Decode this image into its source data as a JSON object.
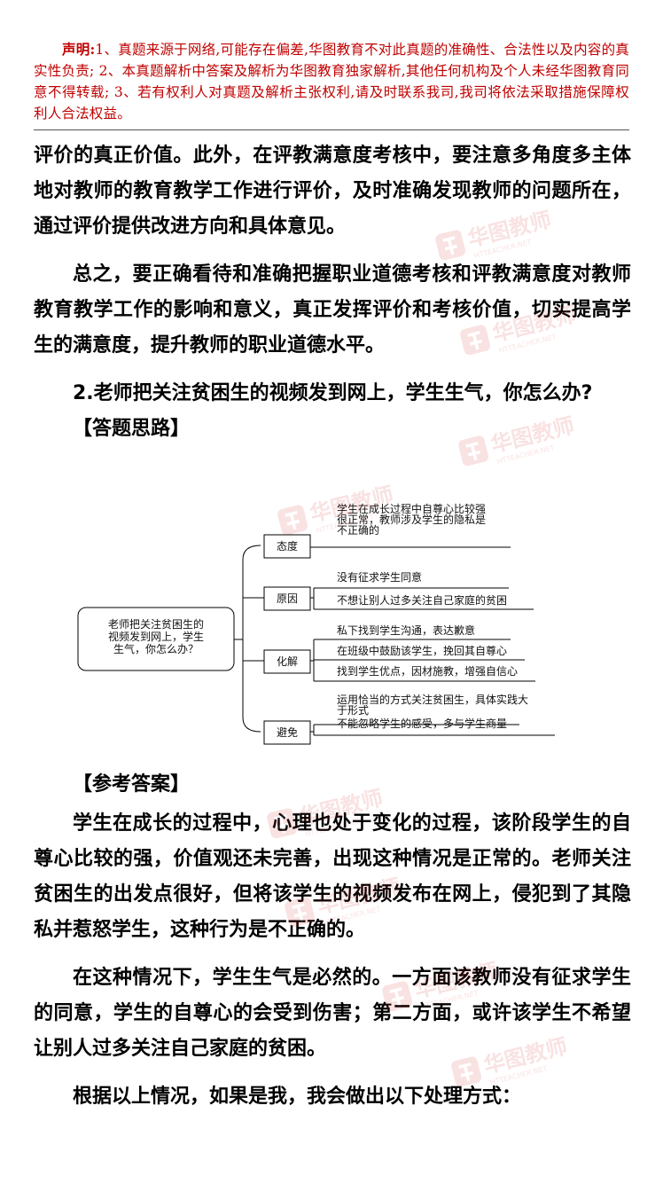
{
  "disclaimer": {
    "lead": "声明:",
    "text": "1、真题来源于网络,可能存在偏差,华图教育不对此真题的准确性、合法性以及内容的真实性负责; 2、本真题解析中答案及解析为华图教育独家解析,其他任何机构及个人未经华图教育同意不得转载; 3、若有权利人对真题及解析主张权利,请及时联系我司,我司将依法采取措施保障权利人合法权益。"
  },
  "section1": {
    "p1": "评价的真正价值。此外，在评教满意度考核中，要注意多角度多主体地对教师的教育教学工作进行评价，及时准确发现教师的问题所在，通过评价提供改进方向和具体意见。",
    "p2": "总之，要正确看待和准确把握职业道德考核和评教满意度对教师教育教学工作的影响和意义，真正发挥评价和考核价值，切实提高学生的满意度，提升教师的职业道德水平。",
    "question": "2.老师把关注贫困生的视频发到网上，学生生气，你怎么办?",
    "approach_heading": "【答题思路】"
  },
  "mindmap": {
    "root": [
      "老师把关注贫困生的",
      "视频发到网上，学生",
      "生气，你怎么办？"
    ],
    "branches": [
      {
        "label": "态度",
        "leaves": [
          [
            "学生在成长过程中自尊心比较强",
            "很正常，教师涉及学生的隐私是",
            "不正确的"
          ]
        ]
      },
      {
        "label": "原因",
        "leaves": [
          [
            "没有征求学生同意"
          ],
          [
            "不想让别人过多关注自己家庭的贫困"
          ]
        ]
      },
      {
        "label": "化解",
        "leaves": [
          [
            "私下找到学生沟通，表达歉意"
          ],
          [
            "在班级中鼓励该学生，挽回其自尊心"
          ],
          [
            "找到学生优点，因材施教，增强自信心"
          ]
        ]
      },
      {
        "label": "避免",
        "leaves": [
          [
            "运用恰当的方式关注贫困生，具体实践大",
            "于形式"
          ],
          [
            "不能忽略学生的感受，多与学生商量"
          ]
        ]
      }
    ]
  },
  "section2": {
    "answer_heading": "【参考答案】",
    "p1": "学生在成长的过程中，心理也处于变化的过程，该阶段学生的自尊心比较的强，价值观还未完善，出现这种情况是正常的。老师关注贫困生的出发点很好，但将该学生的视频发布在网上，侵犯到了其隐私并惹怒学生，这种行为是不正确的。",
    "p2": "在这种情况下，学生生气是必然的。一方面该教师没有征求学生的同意，学生的自尊心的会受到伤害；第二方面，或许该学生不希望让别人过多关注自己家庭的贫困。",
    "p3": "根据以上情况，如果是我，我会做出以下处理方式："
  },
  "watermark": {
    "brand": "华图教师",
    "sub": "HTTEACHER.NET",
    "color": "#d9262c"
  }
}
